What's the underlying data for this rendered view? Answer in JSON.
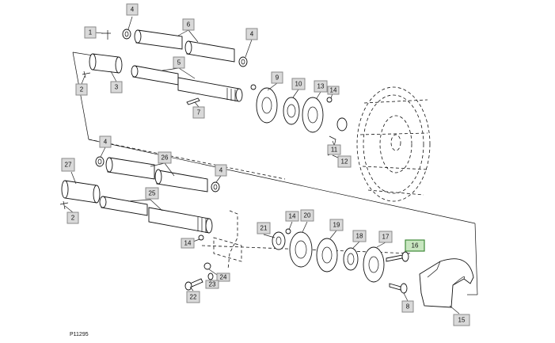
{
  "drawing_code": "P11295",
  "callouts": [
    {
      "id": "c4a",
      "label": "4"
    },
    {
      "id": "c6",
      "label": "6"
    },
    {
      "id": "c1",
      "label": "1"
    },
    {
      "id": "c4b",
      "label": "4"
    },
    {
      "id": "c5",
      "label": "5"
    },
    {
      "id": "c2a",
      "label": "2"
    },
    {
      "id": "c3",
      "label": "3"
    },
    {
      "id": "c9",
      "label": "9"
    },
    {
      "id": "c10",
      "label": "10"
    },
    {
      "id": "c13",
      "label": "13"
    },
    {
      "id": "c14a",
      "label": "14"
    },
    {
      "id": "c7",
      "label": "7"
    },
    {
      "id": "c11",
      "label": "11"
    },
    {
      "id": "c12",
      "label": "12"
    },
    {
      "id": "c4c",
      "label": "4"
    },
    {
      "id": "c27",
      "label": "27"
    },
    {
      "id": "c26",
      "label": "26"
    },
    {
      "id": "c4d",
      "label": "4"
    },
    {
      "id": "c25",
      "label": "25"
    },
    {
      "id": "c2b",
      "label": "2"
    },
    {
      "id": "c14b",
      "label": "14"
    },
    {
      "id": "c20",
      "label": "20"
    },
    {
      "id": "c21",
      "label": "21"
    },
    {
      "id": "c19",
      "label": "19"
    },
    {
      "id": "c18",
      "label": "18"
    },
    {
      "id": "c17",
      "label": "17"
    },
    {
      "id": "c16",
      "label": "16"
    },
    {
      "id": "c14c",
      "label": "14"
    },
    {
      "id": "c24",
      "label": "24"
    },
    {
      "id": "c23",
      "label": "23"
    },
    {
      "id": "c22",
      "label": "22"
    },
    {
      "id": "c8",
      "label": "8"
    },
    {
      "id": "c15",
      "label": "15"
    }
  ]
}
